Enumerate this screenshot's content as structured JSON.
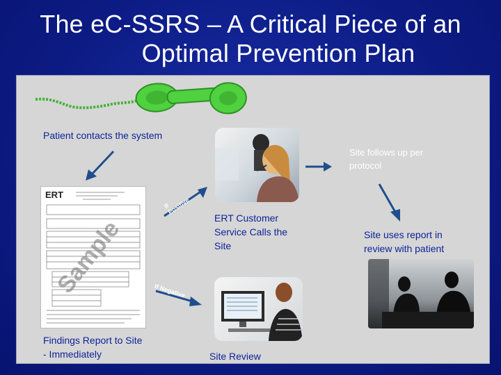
{
  "slide": {
    "title_line1": "The eC-SSRS – A Critical Piece of an",
    "title_line2": "Optimal Prevention Plan"
  },
  "flow": {
    "patient_contacts": "Patient contacts the system",
    "ert_calls": "ERT Customer Service Calls the Site",
    "site_follows": "Site follows up per protocol",
    "site_uses": "Site uses report in review with patient",
    "findings": "Findings Report to Site - Immediately",
    "site_review": "Site Review",
    "if_positive": "If Positive",
    "if_negative": "If Negative",
    "sample_watermark": "Sample"
  },
  "report_doc": {
    "logo": "ERT"
  },
  "colors": {
    "background": "#0d1c86",
    "panel": "#d6d6d6",
    "label_text": "#0e2398",
    "arrow": "#1f4e8c",
    "phone_green": "#49c93a"
  },
  "icons": [
    "telephone-handset-icon"
  ]
}
